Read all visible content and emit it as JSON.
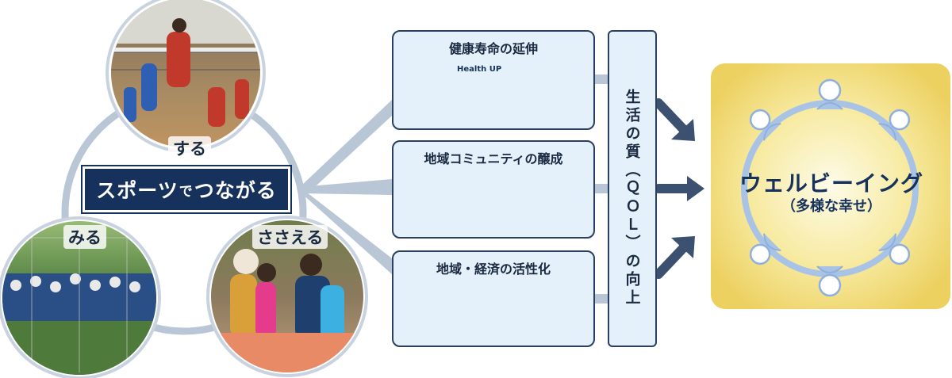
{
  "hub": {
    "label_main_1": "スポーツ",
    "label_small": "で",
    "label_main_2": "つながる"
  },
  "photos": {
    "do_label": "する",
    "watch_label": "みる",
    "support_label": "ささえる"
  },
  "benefits": [
    {
      "title": "健康寿命の延伸",
      "annotation": "Health UP"
    },
    {
      "title": "地域コミュニティの醸成"
    },
    {
      "title": "地域・経済の活性化"
    }
  ],
  "qol": {
    "text": "生活の質（ＱＯＬ）の向上"
  },
  "wellbeing": {
    "title": "ウェルビーイング",
    "subtitle": "（多様な幸せ）"
  },
  "colors": {
    "navy": "#16325c",
    "box_fill": "#e4f0fa",
    "connector": "#b9c6d6",
    "arrow": "#3c5170",
    "gold": "#f1d866",
    "person_blue": "#a9c3e6"
  },
  "icons": [
    "elderly-couple-icon",
    "community-cycle-icon",
    "rising-bar-chart-icon",
    "person-icon"
  ]
}
